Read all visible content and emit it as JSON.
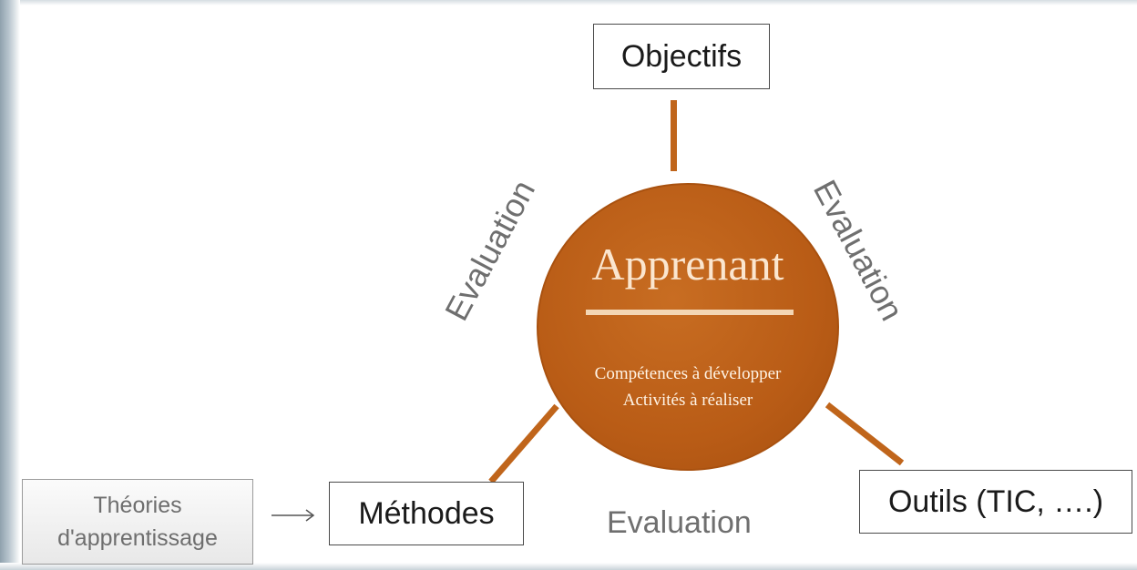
{
  "center": {
    "title": "Apprenant",
    "line1": "Compétences à développer",
    "line2": "Activités à réaliser"
  },
  "nodes": {
    "top": "Objectifs",
    "left": "Méthodes",
    "right": "Outils (TIC, ….)"
  },
  "theories": {
    "line1": "Théories",
    "line2": "d'apprentissage"
  },
  "evaluation": {
    "left": "Evaluation",
    "right": "Evaluation",
    "bottom": "Evaluation"
  },
  "colors": {
    "circle_fill": "#b95c16",
    "connector": "#c0651b",
    "circle_text": "#fbe6cf",
    "evaluation_text": "#6f6f6f"
  }
}
